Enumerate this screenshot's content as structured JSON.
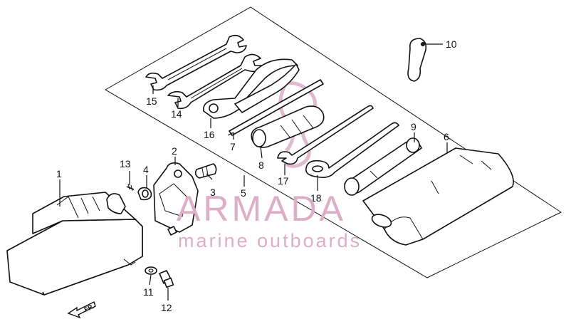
{
  "callouts": [
    {
      "id": "1",
      "label": "1"
    },
    {
      "id": "2",
      "label": "2"
    },
    {
      "id": "3",
      "label": "3"
    },
    {
      "id": "4",
      "label": "4"
    },
    {
      "id": "5",
      "label": "5"
    },
    {
      "id": "6",
      "label": "6"
    },
    {
      "id": "7",
      "label": "7"
    },
    {
      "id": "8",
      "label": "8"
    },
    {
      "id": "9",
      "label": "9"
    },
    {
      "id": "10",
      "label": "10"
    },
    {
      "id": "11",
      "label": "11"
    },
    {
      "id": "12",
      "label": "12"
    },
    {
      "id": "13",
      "label": "13"
    },
    {
      "id": "14",
      "label": "14"
    },
    {
      "id": "15",
      "label": "15"
    },
    {
      "id": "16",
      "label": "16"
    },
    {
      "id": "17",
      "label": "17"
    },
    {
      "id": "18",
      "label": "18"
    }
  ],
  "front_arrow_label": "FR.",
  "watermark": {
    "brand": "ARMADA",
    "tagline": "marine outboards",
    "color": "#dcaec8"
  }
}
